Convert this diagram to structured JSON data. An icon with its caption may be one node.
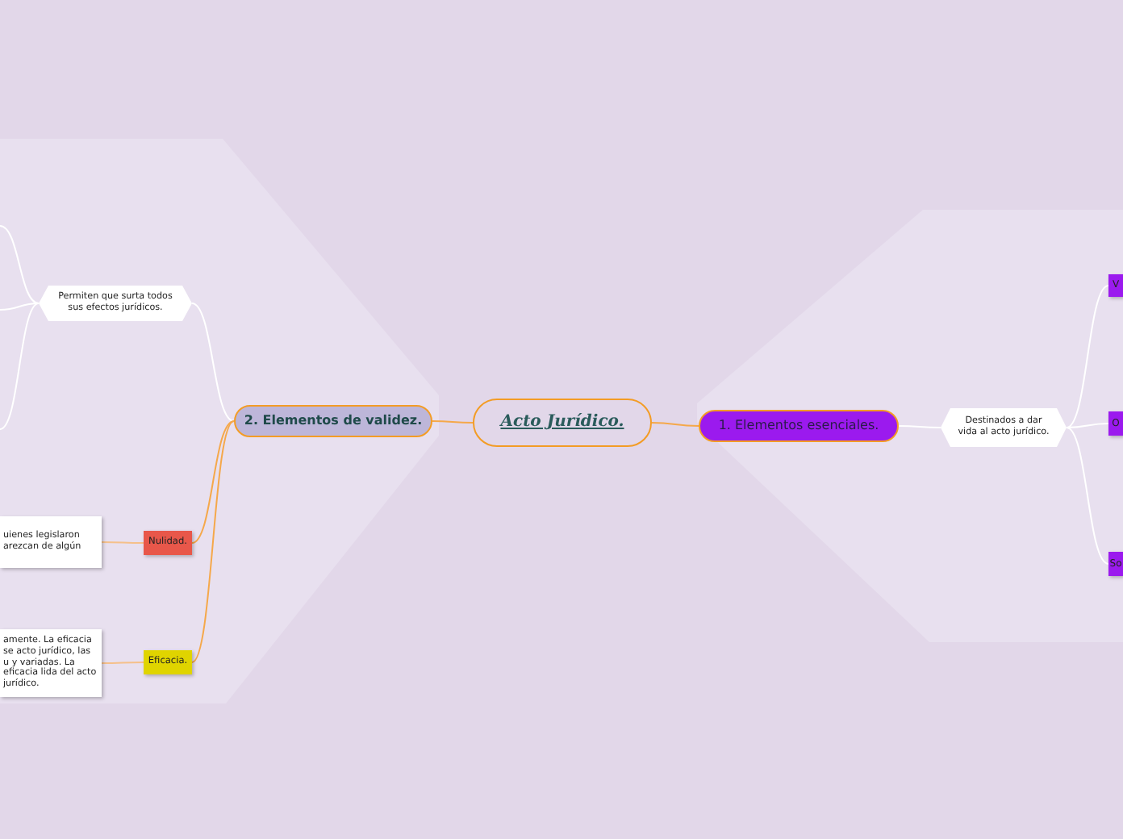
{
  "diagram": {
    "nodes": [
      {
        "text": [
          "Acto Jurídico."
        ]
      },
      {
        "text": [
          "1. Elementos esenciales."
        ]
      },
      {
        "text": [
          "Destinados a dar vida al acto jurídico."
        ]
      },
      {
        "text": [
          "V"
        ]
      },
      {
        "text": [
          "O"
        ]
      },
      {
        "text": [
          "So"
        ]
      },
      {
        "text": [
          "2. Elementos de validez."
        ]
      },
      {
        "text": [
          "Permiten que surta todos sus efectos jurídicos."
        ]
      },
      {
        "text": [
          "Nulidad."
        ]
      },
      {
        "text": [
          "uienes legislaron arezcan de algún"
        ]
      },
      {
        "text": [
          "Eficacia."
        ]
      },
      {
        "text": [
          "amente. La eficacia se acto jurídico, las u y variadas. La eficacia lida del acto jurídico."
        ]
      }
    ],
    "edges": [
      {
        "from": 0,
        "to": 1,
        "arrow": "none",
        "color": "#f5a84a"
      },
      {
        "from": 1,
        "to": 2,
        "arrow": "none"
      },
      {
        "from": 2,
        "to": 3,
        "arrow": "none"
      },
      {
        "from": 2,
        "to": 4,
        "arrow": "none"
      },
      {
        "from": 2,
        "to": 5,
        "arrow": "none"
      },
      {
        "from": 0,
        "to": 6,
        "arrow": "none",
        "color": "#f5a84a"
      },
      {
        "from": 6,
        "to": 7,
        "arrow": "none"
      },
      {
        "from": 6,
        "to": 8,
        "arrow": "none",
        "color": "#f5a84a"
      },
      {
        "from": 6,
        "to": 10,
        "arrow": "none",
        "color": "#f5a84a"
      },
      {
        "from": 8,
        "to": 9,
        "arrow": "none",
        "color": "#f5c08a"
      },
      {
        "from": 10,
        "to": 11,
        "arrow": "none",
        "color": "#f5c08a"
      },
      {
        "from": 7,
        "to": null,
        "arrow": "none"
      },
      {
        "from": 7,
        "to": null,
        "arrow": "none"
      },
      {
        "from": 7,
        "to": null,
        "arrow": "none"
      }
    ]
  }
}
